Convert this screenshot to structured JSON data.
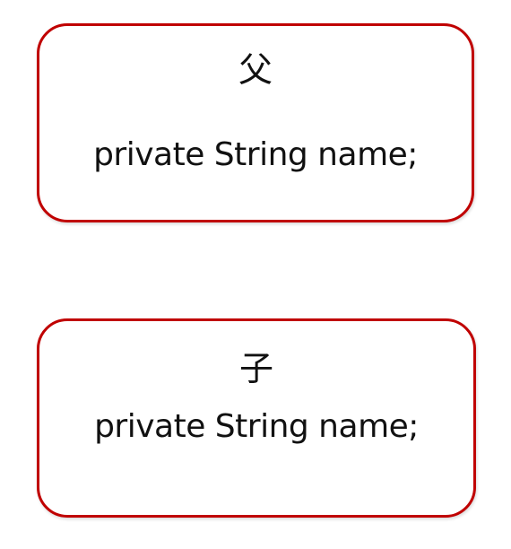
{
  "boxes": [
    {
      "title": "父",
      "field": "private String name;"
    },
    {
      "title": "子",
      "field": "private String name;"
    }
  ],
  "colors": {
    "border": "#c00000",
    "text": "#111111",
    "background": "#ffffff"
  }
}
